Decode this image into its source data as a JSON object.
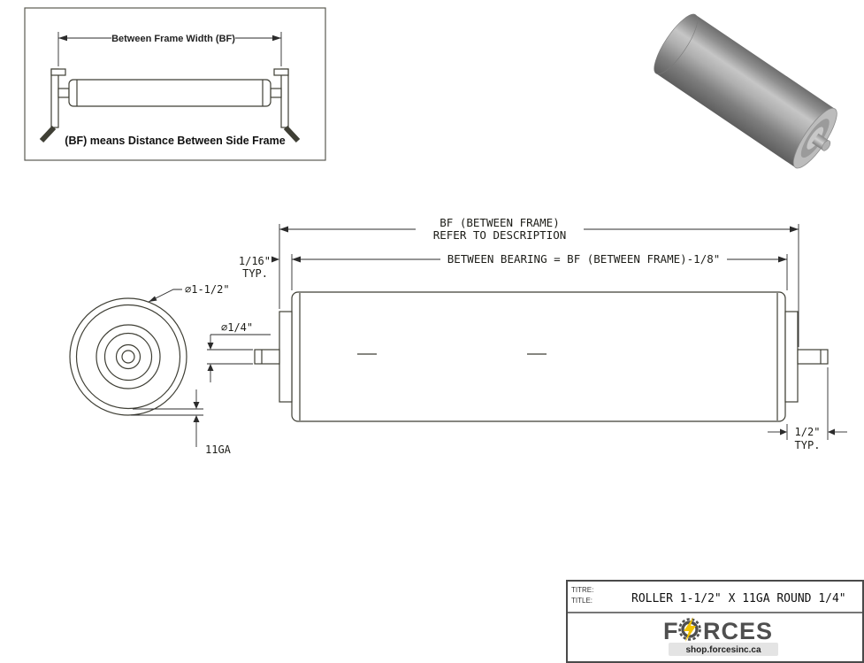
{
  "inset": {
    "dim_label": "Between Frame Width (BF)",
    "caption": "(BF) means Distance Between Side Frame"
  },
  "drawing": {
    "bf_dim_line1": "BF (BETWEEN FRAME)",
    "bf_dim_line2": "REFER TO DESCRIPTION",
    "between_bearing_dim": "BETWEEN BEARING = BF (BETWEEN FRAME)-1/8\"",
    "gap_dim": "1/16\"",
    "gap_typ": "TYP.",
    "roller_dia": "⌀1-1/2\"",
    "axle_dia": "⌀1/4\"",
    "gauge": "11GA",
    "shaft_ext_dim": "1/2\"",
    "shaft_ext_typ": "TYP."
  },
  "title_block": {
    "titre_label": "TITRE:",
    "title_label": "TITLE:",
    "title": "ROLLER 1-1/2\" X 11GA ROUND 1/4\"",
    "brand_full": "FORCES",
    "brand_left": "F",
    "brand_right": "RCES",
    "brand_url": "shop.forcesinc.ca"
  },
  "colors": {
    "object_line": "#3f3f35",
    "dimension_line": "#2b2b2b",
    "brand_gray": "#4f4f4f",
    "accent_yellow": "#f2c200"
  }
}
